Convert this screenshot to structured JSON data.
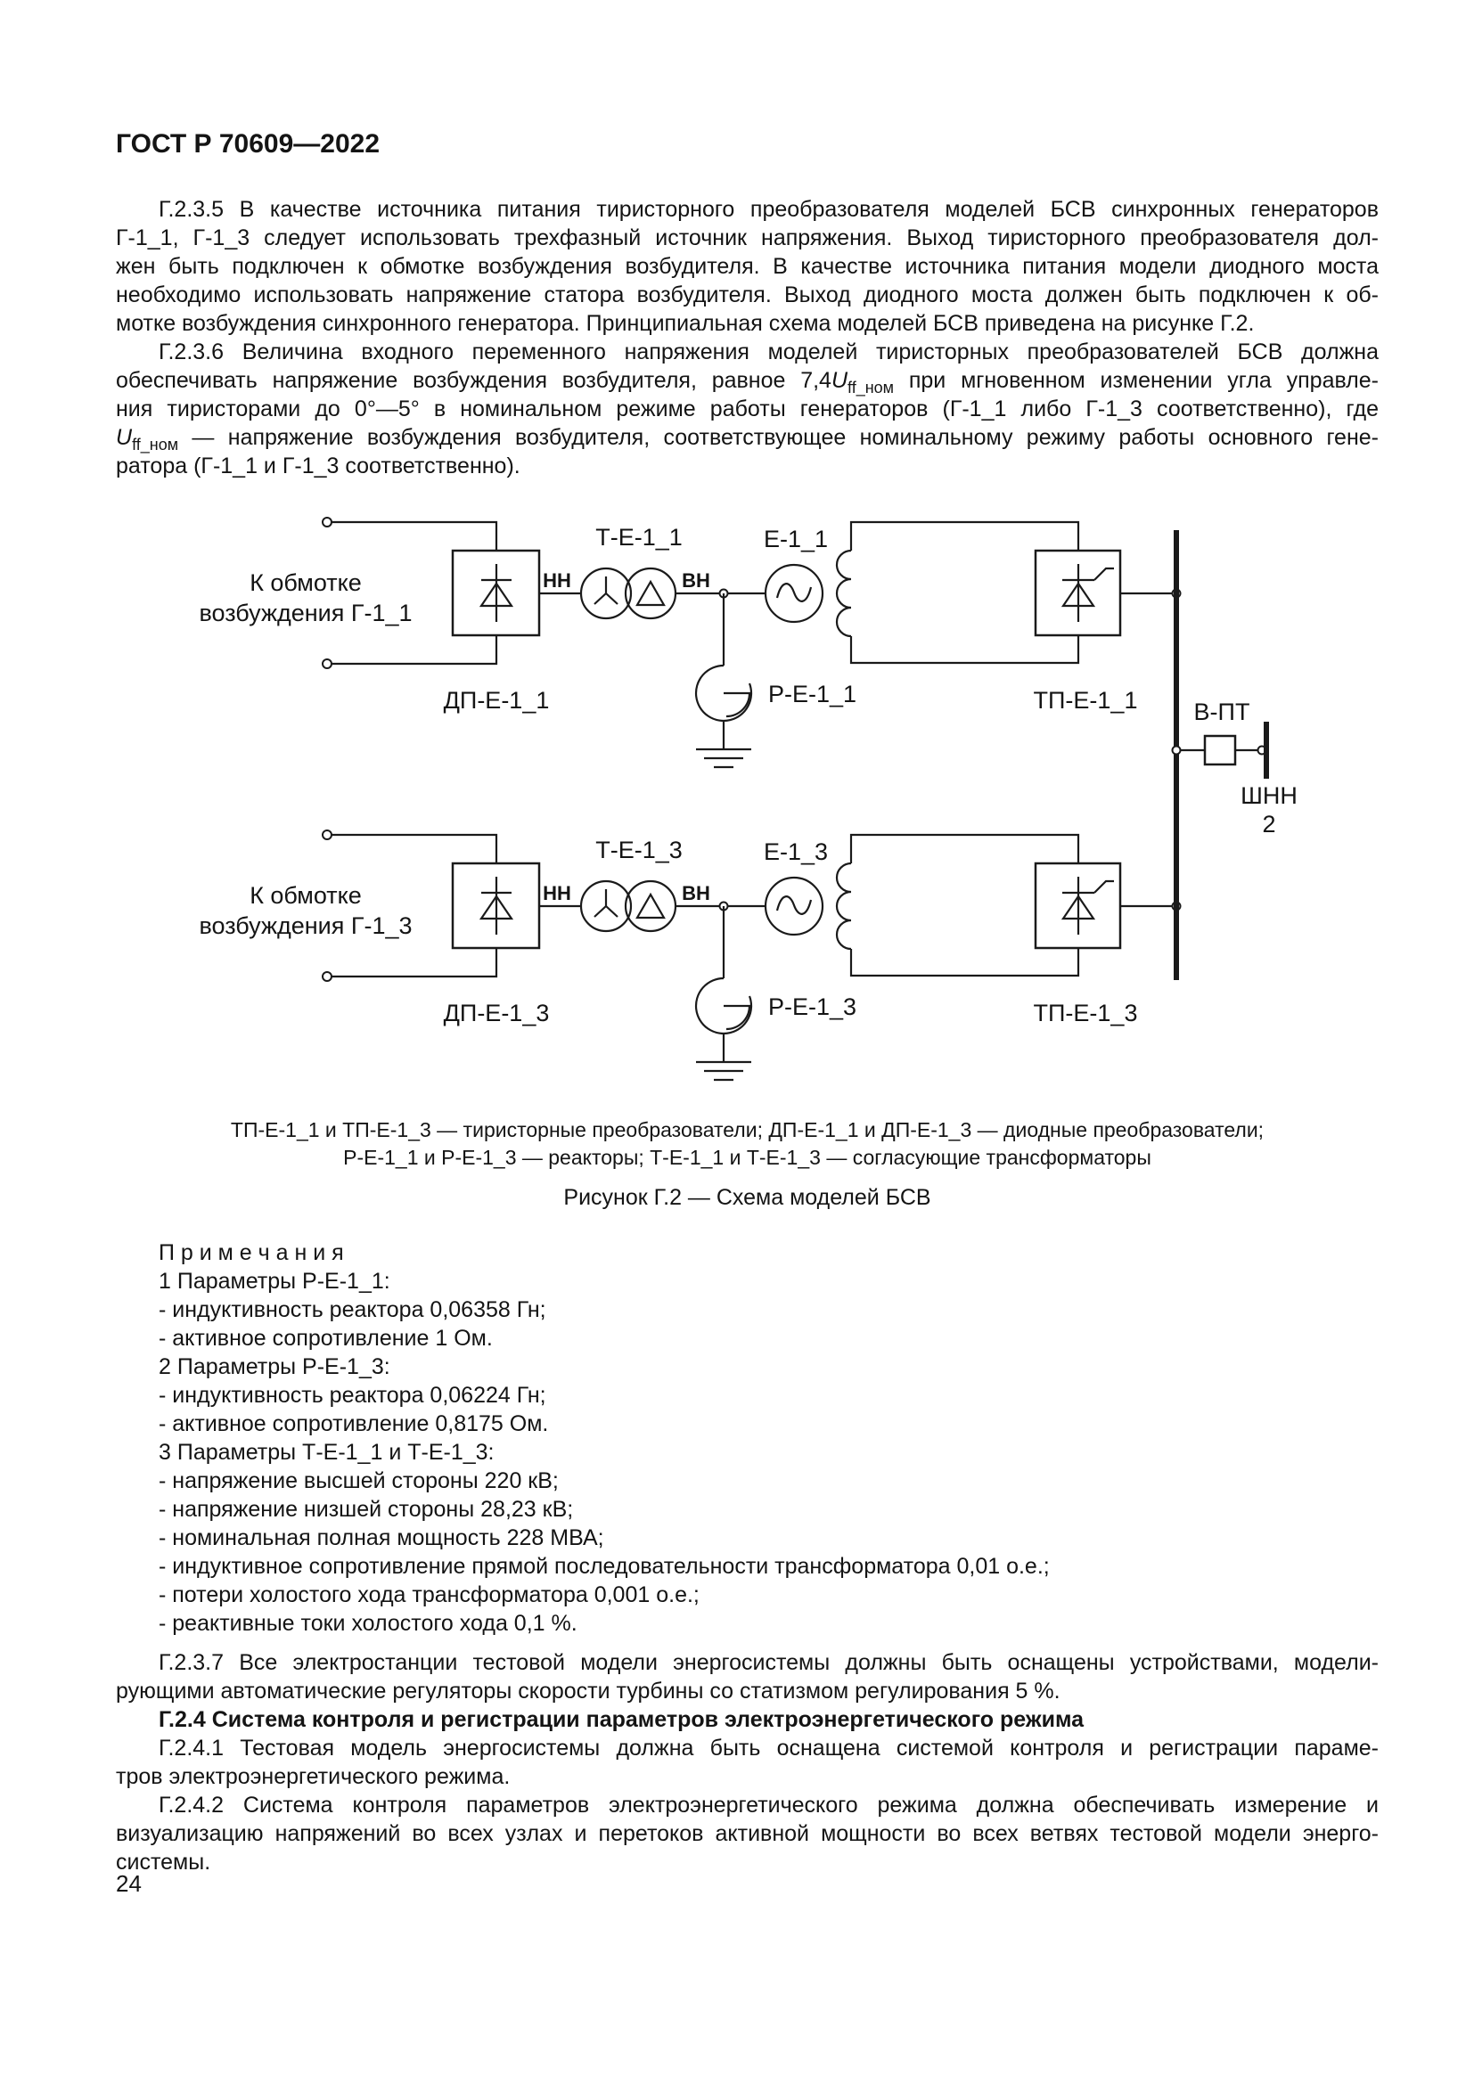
{
  "page": {
    "header": "ГОСТ Р 70609—2022",
    "number": "24"
  },
  "body": {
    "g235": {
      "lines": [
        "Г.2.3.5  В качестве источника питания тиристорного преобразователя моделей БСВ синхронных генераторов",
        "Г-1_1, Г-1_3 следует использовать трехфазный источник напряжения. Выход тиристорного преобразователя дол-",
        "жен быть подключен к обмотке возбуждения возбудителя. В качестве источника питания модели диодного моста",
        "необходимо использовать напряжение статора возбудителя. Выход диодного моста должен быть подключен к об-",
        "мотке возбуждения синхронного генератора. Принципиальная схема моделей БСВ приведена на рисунке Г.2."
      ]
    },
    "g236": {
      "line1": "Г.2.3.6  Величина входного переменного напряжения моделей тиристорных преобразователей БСВ должна",
      "line2_pre": "обеспечивать напряжение возбуждения возбудителя, равное 7,4",
      "line2_u": "U",
      "line2_sub": "ff_ном",
      "line2_post": " при мгновенном изменении угла управле-",
      "line3": "ния тиристорами до 0°—5° в номинальном режиме работы генераторов (Г-1_1 либо Г-1_3 соответственно), где",
      "line4_u": "U",
      "line4_sub": "ff_ном",
      "line4_post": " — напряжение возбуждения возбудителя, соответствующее номинальному режиму работы основного гене-",
      "line5": "ратора (Г-1_1 и Г-1_3 соответственно)."
    },
    "g237": {
      "lines": [
        "Г.2.3.7  Все электростанции тестовой модели энергосистемы должны быть оснащены устройствами, модели-",
        "рующими автоматические регуляторы скорости турбины со статизмом регулирования 5 %."
      ]
    },
    "h24": "Г.2.4  Система контроля и регистрации параметров электроэнергетического режима",
    "g241": {
      "lines": [
        "Г.2.4.1  Тестовая модель энергосистемы должна быть оснащена системой контроля и регистрации параме-",
        "тров электроэнергетического режима."
      ]
    },
    "g242": {
      "lines": [
        "Г.2.4.2  Система контроля параметров электроэнергетического режима должна обеспечивать измерение и",
        "визуализацию напряжений во всех узлах и перетоков активной мощности во всех ветвях тестовой модели энерго-",
        "системы."
      ]
    }
  },
  "figure": {
    "caption_line1": "ТП-Е-1_1 и ТП-Е-1_3 — тиристорные преобразователи; ДП-Е-1_1 и ДП-Е-1_3 — диодные преобразователи;",
    "caption_line2": "Р-Е-1_1 и Р-Е-1_3 — реакторы; Т-Е-1_1 и Т-Е-1_3 — согласующие трансформаторы",
    "title": "Рисунок Г.2 — Схема моделей БСВ"
  },
  "notes": {
    "title": "П р и м е ч а н и я",
    "lines": [
      "1  Параметры Р-Е-1_1:",
      "- индуктивность реактора 0,06358 Гн;",
      "- активное сопротивление 1 Ом.",
      "2  Параметры Р-Е-1_3:",
      "- индуктивность реактора 0,06224 Гн;",
      "- активное сопротивление 0,8175 Ом.",
      "3  Параметры Т-Е-1_1 и Т-Е-1_3:",
      "- напряжение высшей стороны 220 кВ;",
      "- напряжение низшей стороны 28,23 кВ;",
      "- номинальная полная мощность 228 МВА;",
      "- индуктивное сопротивление прямой последовательности трансформатора 0,01 о.е.;",
      "- потери холостого хода трансформатора 0,001 о.е.;",
      "- реактивные токи холостого хода 0,1 %."
    ]
  },
  "diagram": {
    "circuit1": {
      "to_winding_1": "К обмотке",
      "to_winding_2": "возбуждения Г-1_1",
      "diode_label": "ДП-Е-1_1",
      "lv": "НН",
      "hv": "ВН",
      "transformer_label": "Т-Е-1_1",
      "source_label": "Е-1_1",
      "reactor_label": "Р-Е-1_1",
      "thyristor_label": "ТП-Е-1_1"
    },
    "circuit2": {
      "to_winding_1": "К обмотке",
      "to_winding_2": "возбуждения Г-1_3",
      "diode_label": "ДП-Е-1_3",
      "lv": "НН",
      "hv": "ВН",
      "transformer_label": "Т-Е-1_3",
      "source_label": "Е-1_3",
      "reactor_label": "Р-Е-1_3",
      "thyristor_label": "ТП-Е-1_3"
    },
    "breaker_label": "В-ПТ",
    "bus2_label": "ШНН",
    "bus2_number": "2"
  }
}
